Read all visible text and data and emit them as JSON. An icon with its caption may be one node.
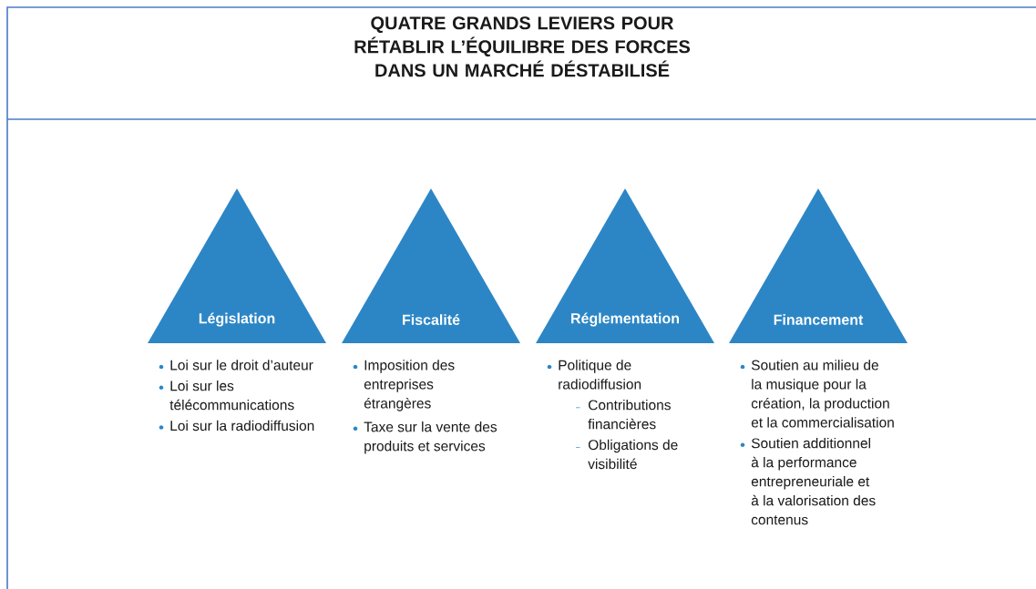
{
  "diagram": {
    "title": "QUATRE GRANDS LEVIERS POUR RÉTABLIR L’ÉQUILIBRE DES FORCES DANS UN MARCHÉ DÉSTABILISÉ",
    "nodes": [
      {
        "text": [
          "Législation"
        ],
        "beside": [
          "Loi sur le droit d’auteur",
          "Loi sur les télécommunications",
          "Loi sur la radiodiffusion"
        ]
      },
      {
        "text": [
          "Fiscalité"
        ],
        "beside": [
          "Imposition des entreprises étrangères",
          "Taxe sur la vente des produits et services"
        ]
      },
      {
        "text": [
          "Réglementation"
        ],
        "beside": [
          "Politique de radiodiffusion",
          "Contributions financières",
          "Obligations de visibilité"
        ]
      },
      {
        "text": [
          "Financement"
        ],
        "beside": [
          "Soutien au milieu de la musique pour la création, la production et la commercialisation",
          "Soutien additionnel à la performance entrepreneuriale et à la valorisation des contenus"
        ]
      }
    ]
  }
}
